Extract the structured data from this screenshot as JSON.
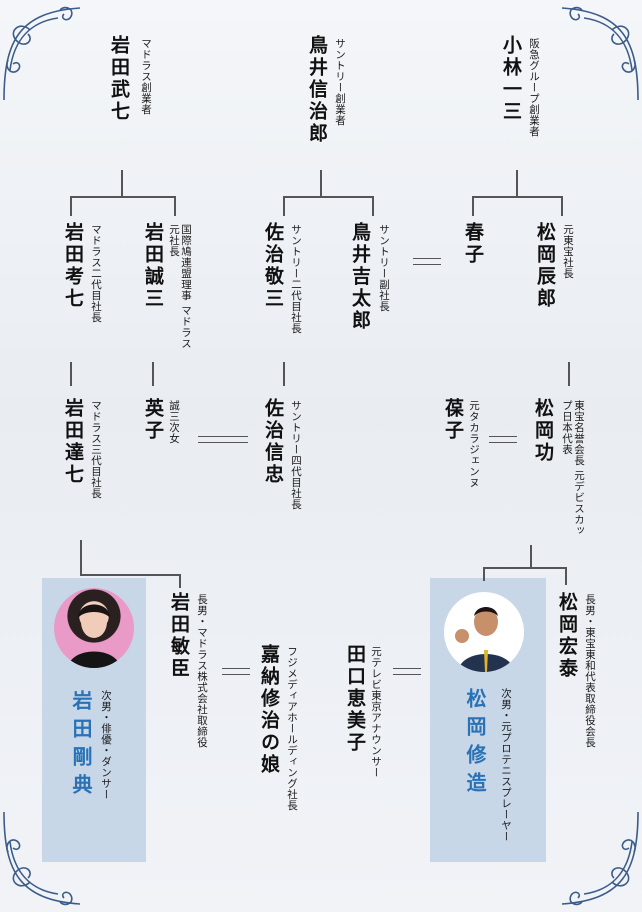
{
  "colors": {
    "accent": "#2a72b5",
    "panel": "#c8d7e8",
    "line": "#555555",
    "ornament": "#3c5d8a"
  },
  "people": {
    "kobayashi": {
      "name": "小林一三",
      "role": "阪急グループ創業者"
    },
    "torii_shinjiro": {
      "name": "鳥井信治郎",
      "role": "サントリー創業者"
    },
    "iwata_takeshichi": {
      "name": "岩田武七",
      "role": "マドラス創業者"
    },
    "matsuoka_tatsuro": {
      "name": "松岡辰郎",
      "role": "元東宝社長"
    },
    "haruko": {
      "name": "春子",
      "role": ""
    },
    "torii_kichitaro": {
      "name": "鳥井吉太郎",
      "role": "サントリー副社長"
    },
    "saji_keizo": {
      "name": "佐治敬三",
      "role": "サントリー二代目社長"
    },
    "iwata_seizo": {
      "name": "岩田誠三",
      "role": "国際鳩連盟理事 マドラス元社長"
    },
    "iwata_kohshichi": {
      "name": "岩田考七",
      "role": "マドラス二代目社長"
    },
    "matsuoka_isao": {
      "name": "松岡功",
      "role": "東宝名誉会長 元デビスカップ日本代表"
    },
    "shinoko": {
      "name": "葆子",
      "role": "元タカラジェンヌ"
    },
    "saji_nobutada": {
      "name": "佐治信忠",
      "role": "サントリー四代目社長"
    },
    "eiko": {
      "name": "英子",
      "role": "誠三次女"
    },
    "iwata_tatsushichi": {
      "name": "岩田達七",
      "role": "マドラス三代目社長"
    },
    "matsuoka_hiroyasu": {
      "name": "松岡宏泰",
      "role": "長男・東宝東和代表取締役会長"
    },
    "matsuoka_shuzo": {
      "name": "松岡修造",
      "role": "次男・元プロテニスプレーヤー"
    },
    "taguchi_emiko": {
      "name": "田口恵美子",
      "role": "元テレビ東京アナウンサー"
    },
    "kano_daughter": {
      "name": "嘉納修治の娘",
      "role": "フジメディアホールディング社長"
    },
    "iwata_toshiomi": {
      "name": "岩田敏臣",
      "role": "長男・マドラス株式会社取締役"
    },
    "iwata_takanori": {
      "name": "岩田剛典",
      "role": "次男・俳優・ダンサー"
    }
  }
}
